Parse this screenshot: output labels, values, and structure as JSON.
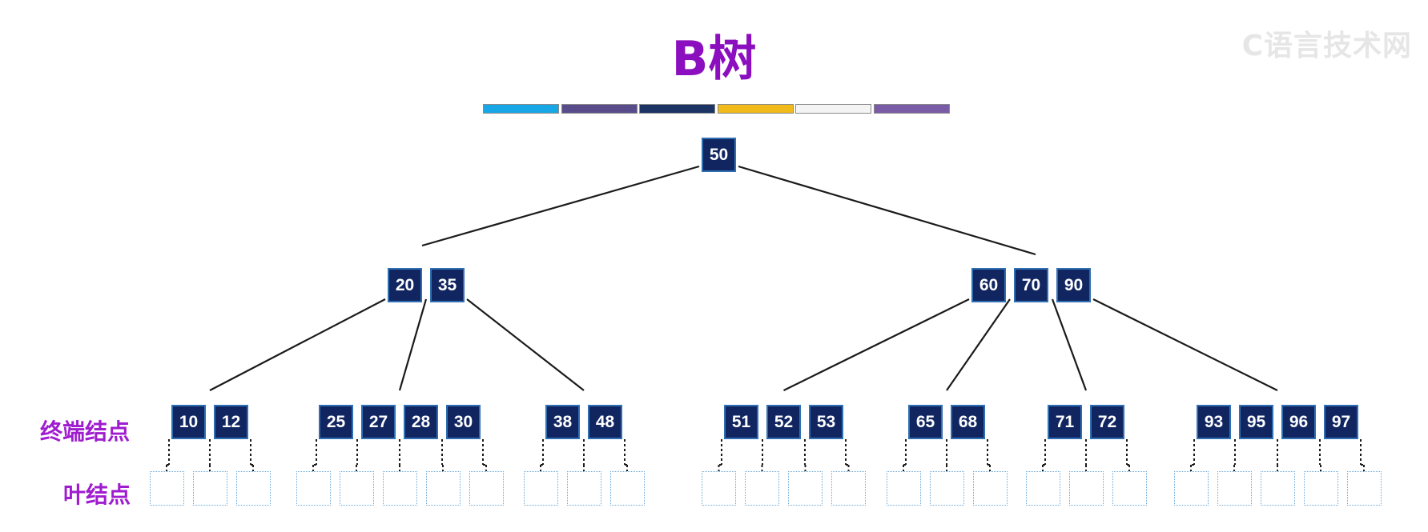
{
  "title": "B树",
  "watermark": "C语言技术网",
  "color_bar": [
    "#18a7e6",
    "#5a4c8a",
    "#1c3464",
    "#f0ba1a",
    "#f4f4f4",
    "#7a5ca6"
  ],
  "labels": {
    "terminal": "终端结点",
    "leaf": "叶结点"
  },
  "tree": {
    "root": {
      "keys": [
        "50"
      ]
    },
    "level1": [
      {
        "keys": [
          "20",
          "35"
        ]
      },
      {
        "keys": [
          "60",
          "70",
          "90"
        ]
      }
    ],
    "level2": [
      {
        "keys": [
          "10",
          "12"
        ]
      },
      {
        "keys": [
          "25",
          "27",
          "28",
          "30"
        ]
      },
      {
        "keys": [
          "38",
          "48"
        ]
      },
      {
        "keys": [
          "51",
          "52",
          "53"
        ]
      },
      {
        "keys": [
          "65",
          "68"
        ]
      },
      {
        "keys": [
          "71",
          "72"
        ]
      },
      {
        "keys": [
          "93",
          "95",
          "96",
          "97"
        ]
      }
    ]
  },
  "colors": {
    "node_fill": "#112661",
    "node_border": "#2f6fb3",
    "title": "#8b0fbf",
    "side_label": "#a01ccf",
    "leaf_border": "#6aa8d8"
  }
}
